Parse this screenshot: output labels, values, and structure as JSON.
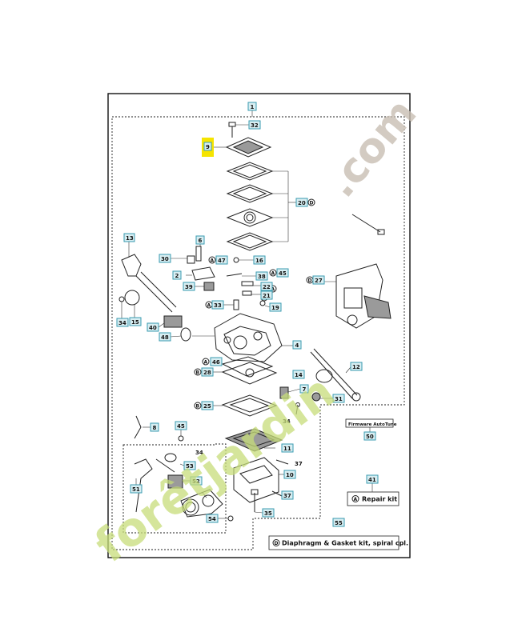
{
  "labels": {
    "p1": "1",
    "p32": "32",
    "p9": "9",
    "p20": "20",
    "p13": "13",
    "p6": "6",
    "p30": "30",
    "p47": "47",
    "p16": "16",
    "p2": "2",
    "p39": "39",
    "p38": "38",
    "p45a": "45",
    "p27": "27",
    "p22": "22",
    "p21": "21",
    "p34a": "34",
    "p15": "15",
    "p33": "33",
    "p19": "19",
    "p40": "40",
    "p48": "48",
    "p4": "4",
    "p46": "46",
    "p28": "28",
    "p14": "14",
    "p12": "12",
    "p7": "7",
    "p31": "31",
    "p25": "25",
    "p34b": "34",
    "p8": "8",
    "p45b": "45",
    "p34c": "34",
    "p53": "53",
    "p11": "11",
    "p37a": "37",
    "p10": "10",
    "p51": "51",
    "p52": "52",
    "p37b": "37",
    "p35": "35",
    "p54": "54",
    "p50": "50",
    "p41": "41",
    "p55": "55"
  },
  "markers": {
    "A": "A",
    "D": "D",
    "B": "B"
  },
  "legend": {
    "firmware": "Firmware AutoTune",
    "repair_kit": "Repair kit",
    "diaphragm": "Diaphragm & Gasket kit, spiral cpl."
  },
  "watermark": {
    "left": "forêtjardin",
    "right": ".com"
  },
  "colors": {
    "tag_fill": "#d8eef2",
    "tag_stroke": "#3a9bb0",
    "highlight": "#f5e400",
    "watermark_green": "#c7dd7a",
    "watermark_grey": "#c9bfb3"
  }
}
